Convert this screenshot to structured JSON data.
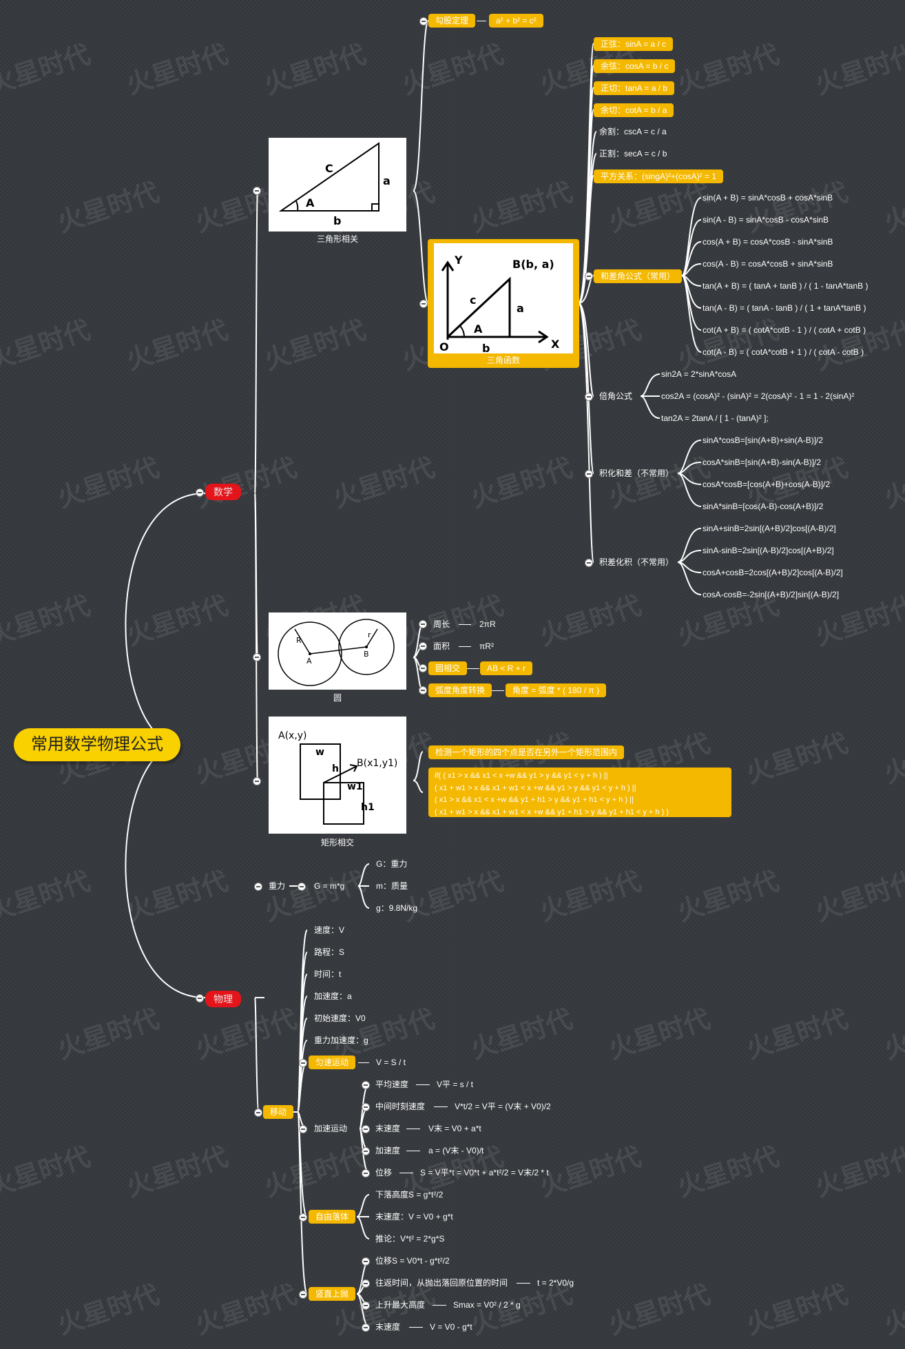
{
  "watermark_text": "火星时代",
  "root": "常用数学物理公式",
  "math": {
    "label": "数学",
    "triangle": {
      "caption": "三角形相关",
      "figure_labels": {
        "c": "C",
        "a": "a",
        "b": "b",
        "A": "A"
      },
      "pythagoras_label": "勾股定理",
      "pythagoras_formula": "a² + b² = c²",
      "trig": {
        "caption": "三角函数",
        "figure_labels": {
          "y": "Y",
          "x": "X",
          "o": "O",
          "point": "B(b, a)",
          "c": "c",
          "a": "a",
          "b": "b",
          "A": "A"
        },
        "basic": [
          "正弦：sinA = a / c",
          "余弦：cosA = b / c",
          "正切：tanA = a / b",
          "余切：cotA = b / a"
        ],
        "plain": [
          "余割：cscA = c / a",
          "正割：secA = c / b"
        ],
        "pythag_identity": "平方关系：(singA)²+(cosA)² = 1",
        "sum_diff": {
          "label": "和差角公式（常用）",
          "items": [
            "sin(A + B) = sinA*cosB + cosA*sinB",
            "sin(A - B) = sinA*cosB - cosA*sinB",
            "cos(A + B) = cosA*cosB - sinA*sinB",
            "cos(A - B) = cosA*cosB + sinA*sinB",
            "tan(A + B) = ( tanA + tanB ) / ( 1 - tanA*tanB )",
            "tan(A - B) = ( tanA - tanB ) / ( 1 + tanA*tanB )",
            "cot(A + B) = ( cotA*cotB - 1 ) / ( cotA + cotB )",
            "cot(A - B) = ( cotA*cotB + 1 ) / ( cotA - cotB )"
          ]
        },
        "double": {
          "label": "倍角公式",
          "items": [
            "sin2A = 2*sinA*cosA",
            "cos2A = (cosA)² - (sinA)² = 2(cosA)² - 1 = 1 - 2(sinA)²",
            "tan2A = 2tanA / [ 1 - (tanA)² ];"
          ]
        },
        "product_to_sum": {
          "label": "积化和差（不常用）",
          "items": [
            "sinA*cosB=[sin(A+B)+sin(A-B)]/2",
            "cosA*sinB=[sin(A+B)-sin(A-B)]/2",
            "cosA*cosB=[cos(A+B)+cos(A-B)]/2",
            "sinA*sinB=[cos(A-B)-cos(A+B)]/2"
          ]
        },
        "sum_to_product": {
          "label": "积差化积（不常用）",
          "items": [
            "sinA+sinB=2sin[(A+B)/2]cos[(A-B)/2]",
            "sinA-sinB=2sin[(A-B)/2]cos[(A+B)/2]",
            "cosA+cosB=2cos[(A+B)/2]cos[(A-B)/2]",
            "cosA-cosB=-2sin[(A+B)/2]sin[(A-B)/2]"
          ]
        }
      }
    },
    "circle": {
      "caption": "圆",
      "figure_labels": {
        "R": "R",
        "r": "r",
        "A": "A",
        "B": "B"
      },
      "perimeter_label": "周长",
      "perimeter": "2πR",
      "area_label": "面积",
      "area": "πR²",
      "intersect_label": "圆相交",
      "intersect": "AB < R + r",
      "convert_label": "弧度角度转换",
      "convert": "角度 = 弧度 * ( 180 / π )"
    },
    "rect": {
      "caption": "矩形相交",
      "figure_labels": {
        "a": "A(x,y)",
        "w": "w",
        "h": "h",
        "b": "B(x1,y1)",
        "w1": "w1",
        "h1": "h1"
      },
      "desc": "检测一个矩形的四个点是否在另外一个矩形范围内",
      "code": [
        "if( ( x1 > x && x1 < x +w && y1 > y && y1 < y + h ) ||",
        "( x1 + w1 > x && x1 + w1 < x +w && y1 > y && y1 < y + h ) ||",
        "( x1 > x && x1 < x +w && y1 + h1 > y && y1 + h1 < y + h ) ||",
        "( x1 + w1 > x && x1 + w1 < x +w && y1 + h1 > y && y1 + h1 < y + h ) )"
      ]
    }
  },
  "physics": {
    "label": "物理",
    "gravity": {
      "label": "重力",
      "formula": "G = m*g",
      "items": [
        "G：重力",
        "m：质量",
        "g：9.8N/kg"
      ]
    },
    "move": {
      "label": "移动",
      "vars": [
        "速度：V",
        "路程：S",
        "时间：t",
        "加速度：a",
        "初始速度：V0",
        "重力加速度：g"
      ],
      "uniform": {
        "label": "匀速运动",
        "formula": "V = S / t"
      },
      "accel": {
        "label": "加速运动",
        "items": [
          {
            "k": "平均速度",
            "v": "V平 = s / t"
          },
          {
            "k": "中间时刻速度",
            "v": "V*t/2 = V平 = (V末 + V0)/2"
          },
          {
            "k": "末速度",
            "v": "V末 = V0 + a*t"
          },
          {
            "k": "加速度",
            "v": "a = (V末 - V0)/t"
          },
          {
            "k": "位移",
            "v": "S = V平*t = V0*t + a*t²/2 = V末/2 * t"
          }
        ]
      },
      "freefall": {
        "label": "自由落体",
        "items": [
          "下落高度S = g*t²/2",
          "末速度：V = V0 + g*t",
          "推论：V*t² = 2*g*S"
        ]
      },
      "vertical": {
        "label": "竖直上抛",
        "items": [
          {
            "k": "位移S = V0*t - g*t²/2",
            "v": ""
          },
          {
            "k": "往返时间，从抛出落回原位置的时间",
            "v": "t = 2*V0/g"
          },
          {
            "k": "上升最大高度",
            "v": "Smax = V0² / 2 * g"
          },
          {
            "k": "末速度",
            "v": "V = V0 - g*t"
          }
        ]
      }
    }
  }
}
